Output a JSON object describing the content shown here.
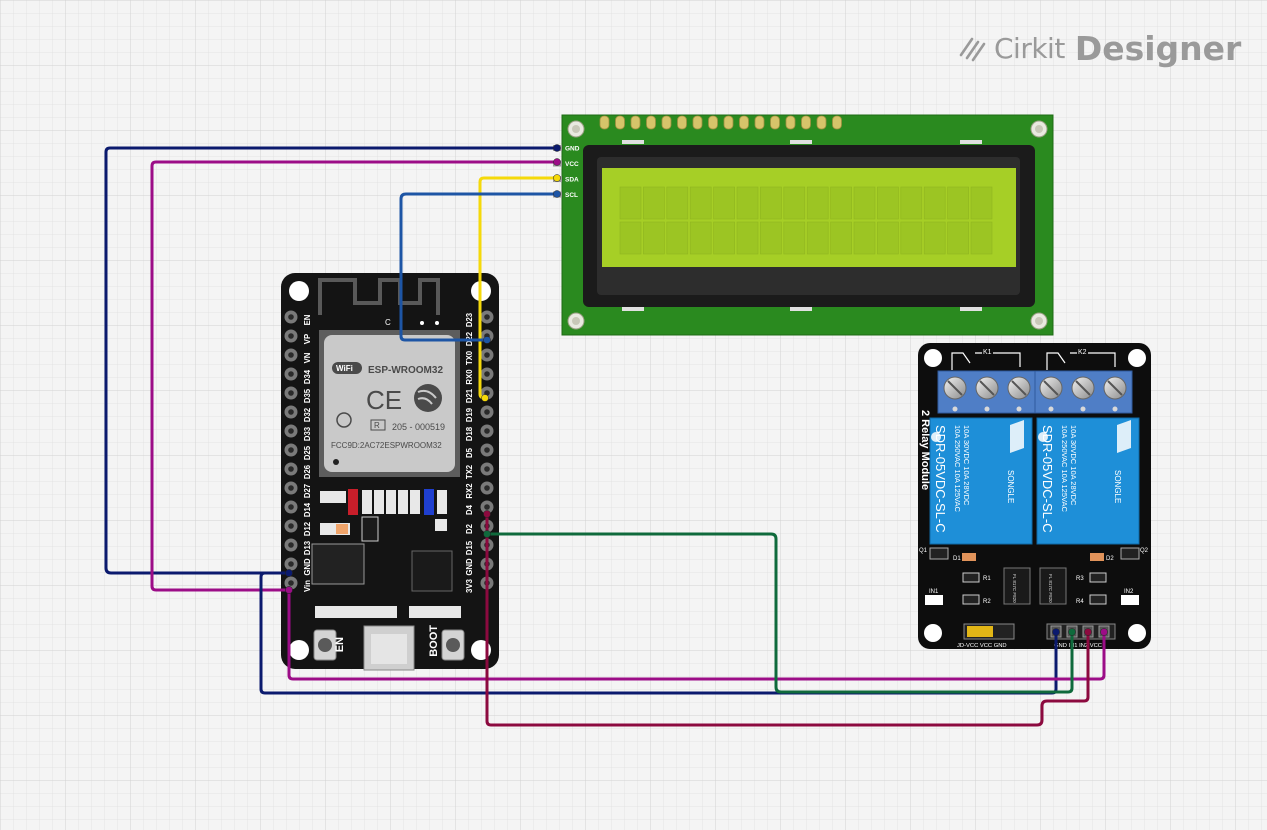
{
  "branding": {
    "name": "Cirkit",
    "product": "Designer"
  },
  "esp32": {
    "module_name": "ESP-WROOM32",
    "wifi_badge": "WiFi",
    "ce_mark": "CE",
    "r_mark": "R",
    "cert_number": "205 - 000519",
    "fcc_id": "FCC9D:2AC72ESPWROOM32",
    "antenna_mark": "C",
    "button_en": "EN",
    "button_boot": "BOOT",
    "left_pins": [
      "EN",
      "VP",
      "VN",
      "D34",
      "D35",
      "D32",
      "D33",
      "D25",
      "D26",
      "D27",
      "D14",
      "D12",
      "D13",
      "GND",
      "Vin"
    ],
    "right_pins": [
      "D23",
      "D22",
      "TX0",
      "RX0",
      "D21",
      "D19",
      "D18",
      "D5",
      "TX2",
      "RX2",
      "D4",
      "D2",
      "D15",
      "GND",
      "3V3"
    ]
  },
  "lcd": {
    "pins": [
      "GND",
      "VCC",
      "SDA",
      "SCL"
    ]
  },
  "relay": {
    "title": "2 Relay Module",
    "k1": "K1",
    "k2": "K2",
    "relay_brand": "SONGLE",
    "relay_model": "SDR-05VDC-SL-C",
    "relay_rating1": "10A 250VAC 10A 125VAC",
    "relay_rating2": "10A 30VDC 10A 28VDC",
    "q1": "Q1",
    "q2": "Q2",
    "d1": "D1",
    "d2": "D2",
    "r1": "R1",
    "r2": "R2",
    "r3": "R3",
    "r4": "R4",
    "in1_led": "IN1",
    "in2_led": "IN2",
    "opto_label": "FL 817C F820",
    "jumper_label": "JD-VCC VCC GND",
    "header_label": "GND IN1 IN2 VCC"
  },
  "wire_colors": {
    "gnd": "#0b1a6e",
    "vcc": "#9c0d87",
    "sda": "#f5d90a",
    "scl": "#1d55a5",
    "in1": "#0f6a3c",
    "in2": "#8c0a3f",
    "esp_vin": "#9c0d87",
    "esp_gnd": "#0b1a6e"
  }
}
